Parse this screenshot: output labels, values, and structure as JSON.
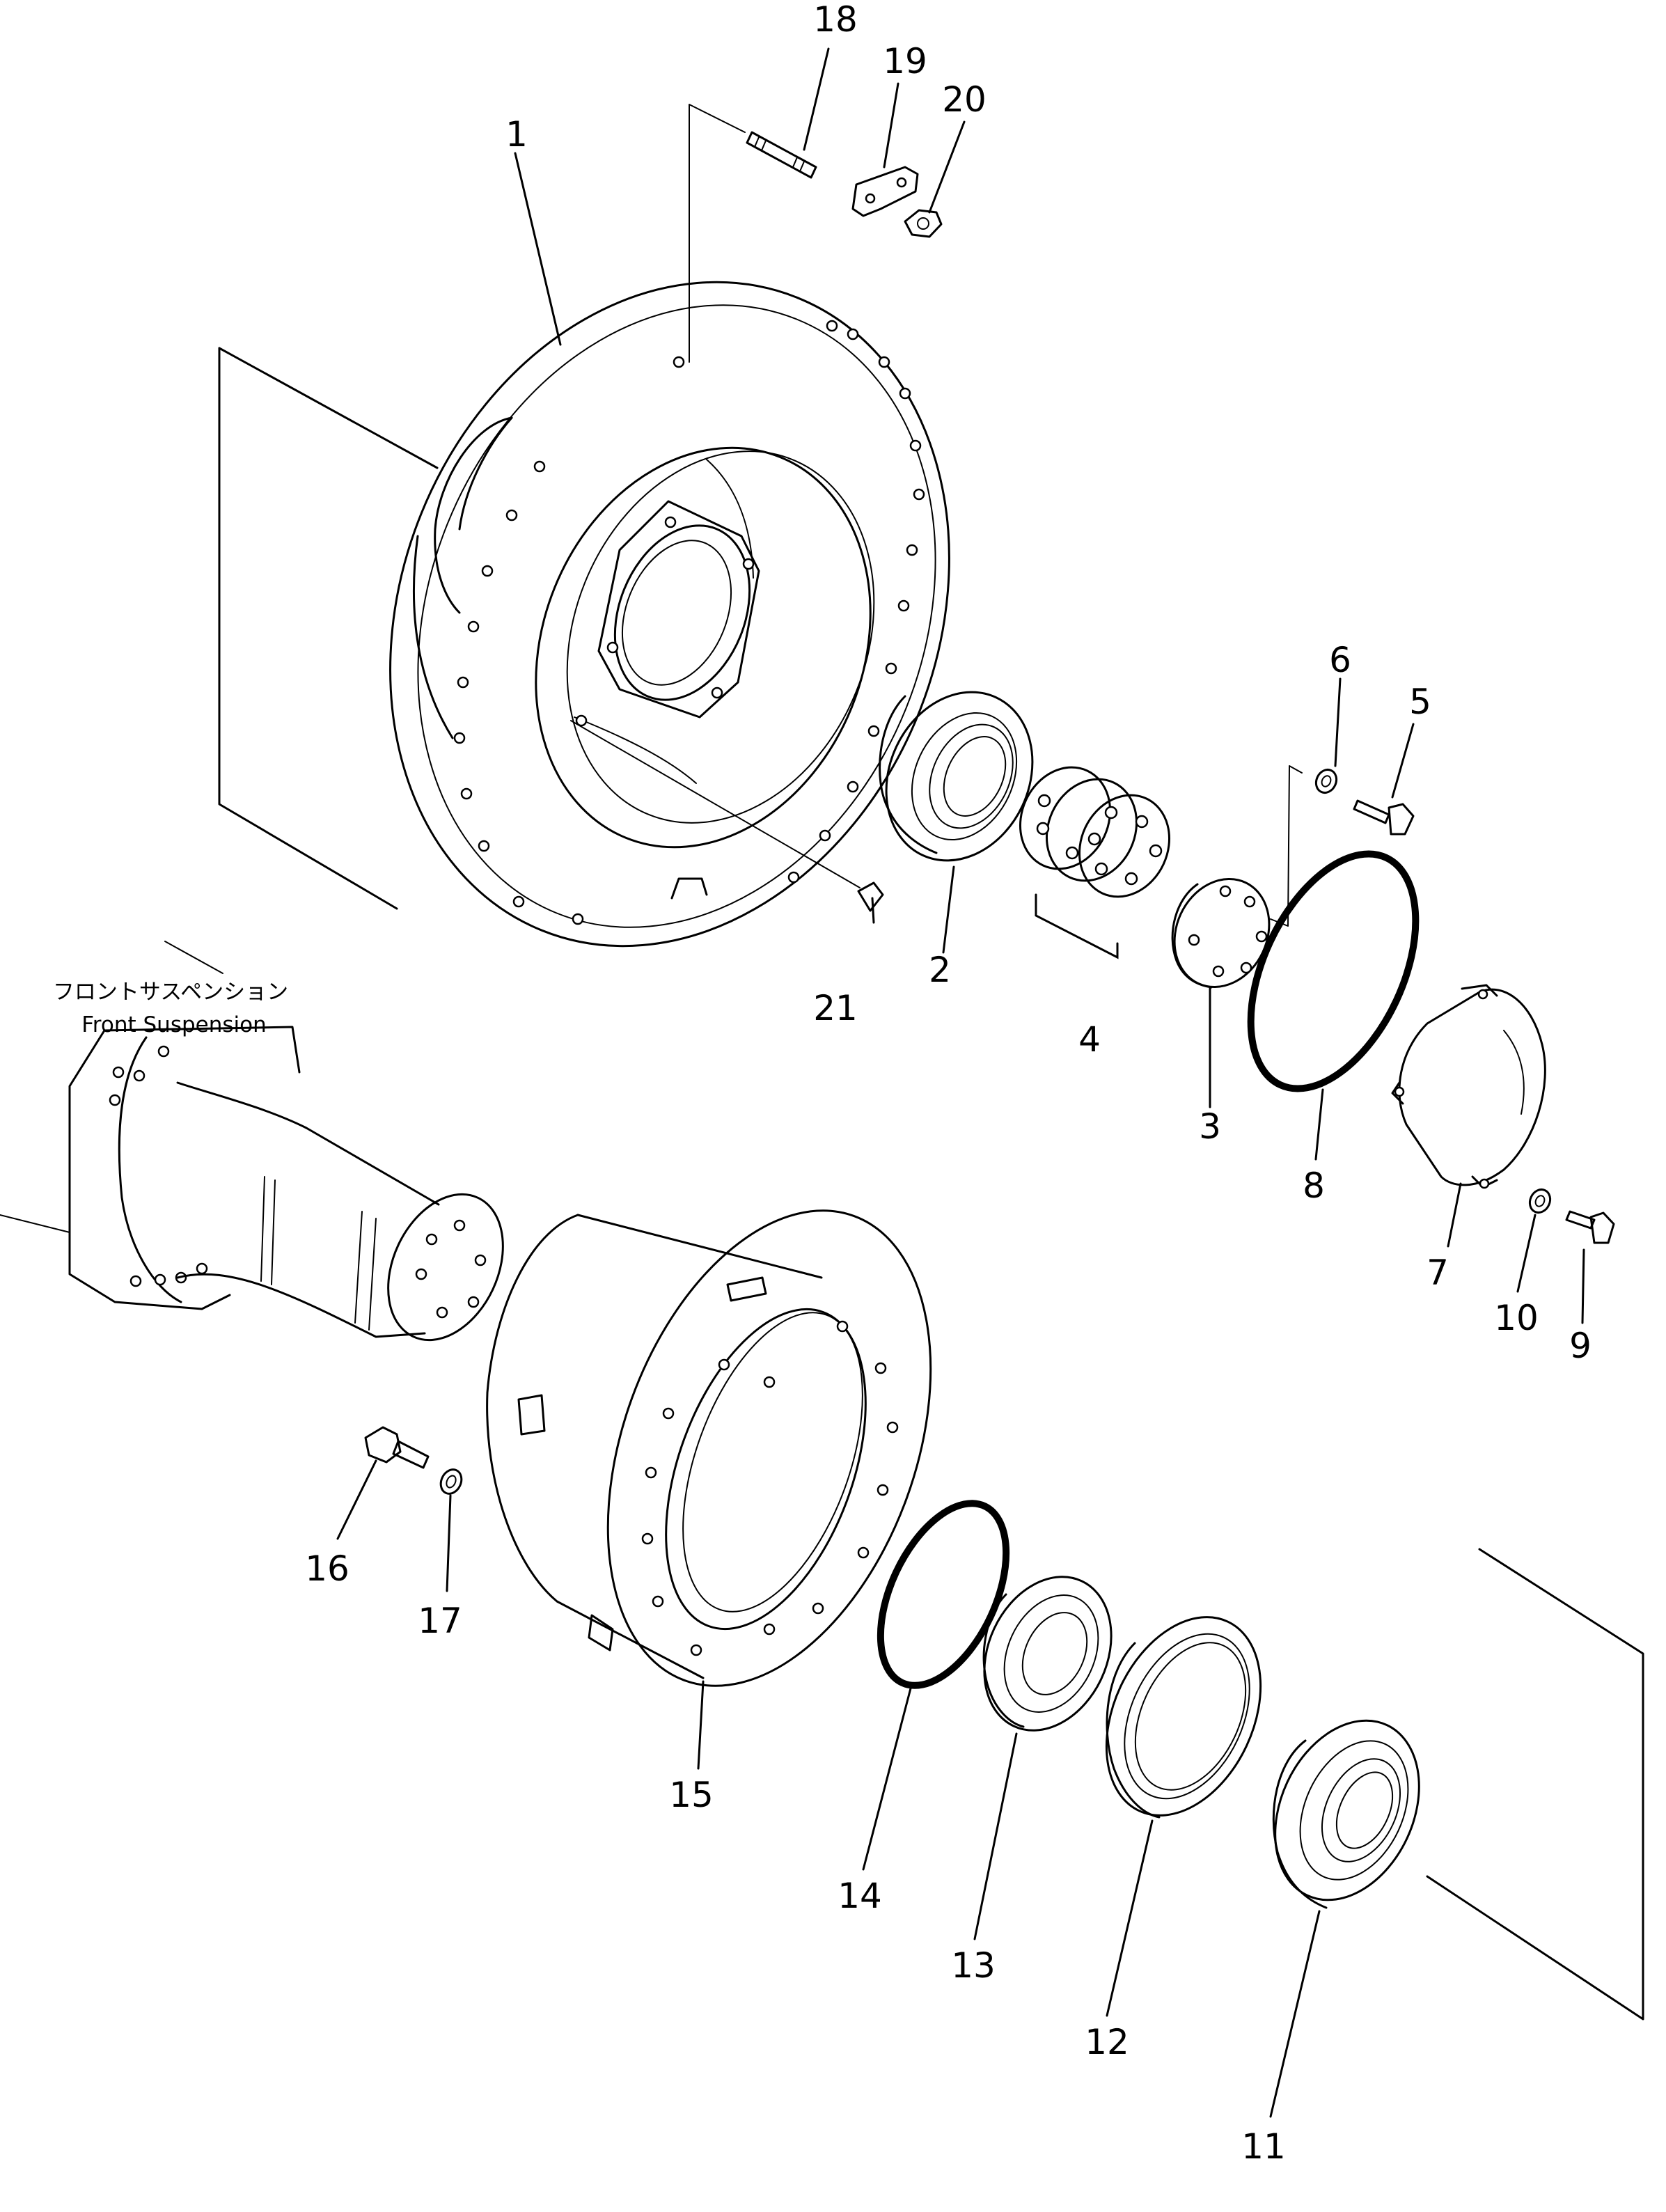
{
  "caption": {
    "jp": "フロントサスペンション",
    "en": "Front Suspension"
  },
  "callouts": [
    {
      "id": "1",
      "label": "1",
      "part": "hub-housing"
    },
    {
      "id": "2",
      "label": "2",
      "part": "bearing"
    },
    {
      "id": "3",
      "label": "3",
      "part": "shim"
    },
    {
      "id": "4",
      "label": "4",
      "part": "shims"
    },
    {
      "id": "5",
      "label": "5",
      "part": "bolt"
    },
    {
      "id": "6",
      "label": "6",
      "part": "washer"
    },
    {
      "id": "7",
      "label": "7",
      "part": "cover"
    },
    {
      "id": "8",
      "label": "8",
      "part": "o-ring"
    },
    {
      "id": "9",
      "label": "9",
      "part": "bolt"
    },
    {
      "id": "10",
      "label": "10",
      "part": "washer"
    },
    {
      "id": "11",
      "label": "11",
      "part": "bearing"
    },
    {
      "id": "12",
      "label": "12",
      "part": "bearing-race"
    },
    {
      "id": "13",
      "label": "13",
      "part": "seal"
    },
    {
      "id": "14",
      "label": "14",
      "part": "o-ring"
    },
    {
      "id": "15",
      "label": "15",
      "part": "brake-drum"
    },
    {
      "id": "16",
      "label": "16",
      "part": "bolt"
    },
    {
      "id": "17",
      "label": "17",
      "part": "washer"
    },
    {
      "id": "18",
      "label": "18",
      "part": "stud"
    },
    {
      "id": "19",
      "label": "19",
      "part": "lock-plate"
    },
    {
      "id": "20",
      "label": "20",
      "part": "nut"
    },
    {
      "id": "21",
      "label": "21",
      "part": "plug"
    }
  ]
}
